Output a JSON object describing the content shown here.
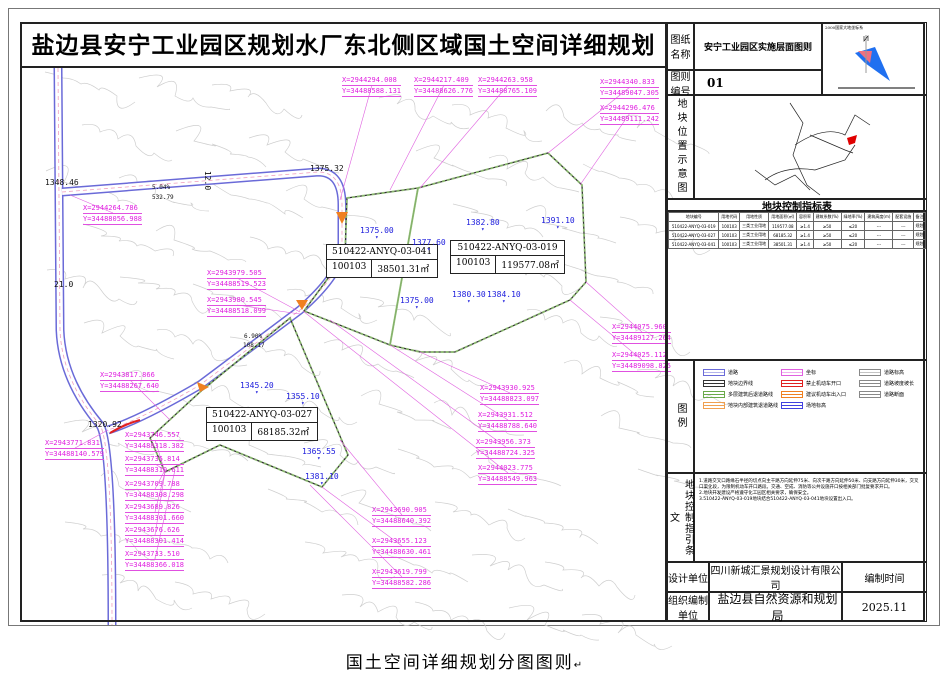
{
  "title": "盐边县安宁工业园区规划水厂东北侧区域国土空间详细规划",
  "caption": "国土空间详细规划分图图则",
  "caption_mark": "↵",
  "panel": {
    "drawing_name_label": "图纸名称",
    "drawing_name": "安宁工业园区实施层面图则",
    "drawing_no_label": "图则编号",
    "drawing_no": "01",
    "location_label": "地块位置示意图",
    "index_title": "地块控制指标表",
    "legend_label": "图例",
    "guide_label": "地块控制指引条文",
    "guide_text": [
      "1.道路交叉口路缘石半径的切点向主干路方向延伸75米、向次干路方向延伸50米、向支路方向延伸30米，交叉口渠化段，为限制机动车开口路段。交通、空成、消防等公共设施开口按相关部门批复要求开口。",
      "2.地块开发建设严格遵守化工园区相关要求，确保安全。",
      "3.510422-ANYQ-03-019地块结合510422-ANYQ-03-041地块设置出入口。"
    ],
    "designer_label": "设计单位",
    "designer": "四川新城汇景规划设计有限公司",
    "date_label": "编制时间",
    "date": "2025.11",
    "org_label": "组织编制单位",
    "org": "盐边县自然资源和规划局",
    "inset_title": "2000国家大地坐标系"
  },
  "index_table": {
    "headers": [
      "地块编号",
      "用地代码",
      "用地性质",
      "用地面积(㎡)",
      "容积率",
      "建筑系数(%)",
      "绿地率(%)",
      "建筑高度(m)",
      "配套设施",
      "备注"
    ],
    "rows": [
      [
        "510422-ANYQ-03-019",
        "100103",
        "三类工业用地",
        "119577.08",
        "≥1.4",
        "≥50",
        "≤20",
        "---",
        "---",
        "规划"
      ],
      [
        "510422-ANYQ-03-027",
        "100103",
        "三类工业用地",
        "68185.32",
        "≥1.4",
        "≥50",
        "≤20",
        "---",
        "---",
        "规划"
      ],
      [
        "510422-ANYQ-03-041",
        "100103",
        "三类工业用地",
        "38501.31",
        "≥1.4",
        "≥50",
        "≤20",
        "---",
        "---",
        "规划"
      ]
    ]
  },
  "legend": [
    "道路",
    "地块边界线",
    "多层建筑后退道路线",
    "地块内部建筑退道路线",
    "坐标",
    "禁止机动车开口",
    "建议机动车出入口",
    "场地标高",
    "道路标高",
    "道路坡度坡长",
    "道路断面"
  ],
  "parcels": [
    {
      "id": "510422-ANYQ-03-041",
      "code": "100103",
      "area": "38501.31㎡"
    },
    {
      "id": "510422-ANYQ-03-019",
      "code": "100103",
      "area": "119577.08㎡"
    },
    {
      "id": "510422-ANYQ-03-027",
      "code": "100103",
      "area": "68185.32㎡"
    }
  ],
  "coords": [
    [
      "X=2944294.008",
      "Y=34488588.131"
    ],
    [
      "X=2944217.409",
      "Y=34488626.776"
    ],
    [
      "X=2944263.958",
      "Y=34488765.109"
    ],
    [
      "X=2944340.833",
      "Y=34489047.305"
    ],
    [
      "X=2944296.476",
      "Y=34489111.242"
    ],
    [
      "X=2944264.786",
      "Y=34488056.988"
    ],
    [
      "X=2943979.505",
      "Y=34488519.523"
    ],
    [
      "X=2943980.545",
      "Y=34488518.099"
    ],
    [
      "X=2944075.960",
      "Y=34489127.264"
    ],
    [
      "X=2944025.112",
      "Y=34489098.825"
    ],
    [
      "X=2943817.866",
      "Y=34488267.640"
    ],
    [
      "X=2943930.925",
      "Y=34488823.097"
    ],
    [
      "X=2943931.512",
      "Y=34488788.640"
    ],
    [
      "X=2943956.373",
      "Y=34488724.325"
    ],
    [
      "X=2944023.775",
      "Y=34488549.963"
    ],
    [
      "X=2943771.831",
      "Y=34488140.579"
    ],
    [
      "X=2943746.557",
      "Y=34488318.382"
    ],
    [
      "X=2943735.814",
      "Y=34488310.611"
    ],
    [
      "X=2943709.788",
      "Y=34488308.298"
    ],
    [
      "X=2943689.826",
      "Y=34488301.660"
    ],
    [
      "X=2943676.626",
      "Y=34488301.414"
    ],
    [
      "X=2943733.510",
      "Y=34488366.018"
    ],
    [
      "X=2943690.905",
      "Y=34488640.392"
    ],
    [
      "X=2943655.123",
      "Y=34488630.461"
    ],
    [
      "X=2943619.799",
      "Y=34488582.286"
    ]
  ],
  "elevations": [
    "1375.00",
    "1377.60",
    "1382.80",
    "1391.10",
    "1375.00",
    "1380.30",
    "1384.10",
    "1345.20",
    "1355.10",
    "1365.55",
    "1381.10"
  ],
  "road_labels": [
    "1348.46",
    "1375.32",
    "1320.92",
    "5.04%",
    "532.79",
    "6.90%",
    "108.17",
    "21.0",
    "12.0"
  ],
  "colors": {
    "coord": "#e020e0",
    "elev": "#1a1adc",
    "road": "#6a6ad8",
    "parcel": "#6aaa4a",
    "entrance": "#f08020",
    "no_opening": "#e02020"
  }
}
